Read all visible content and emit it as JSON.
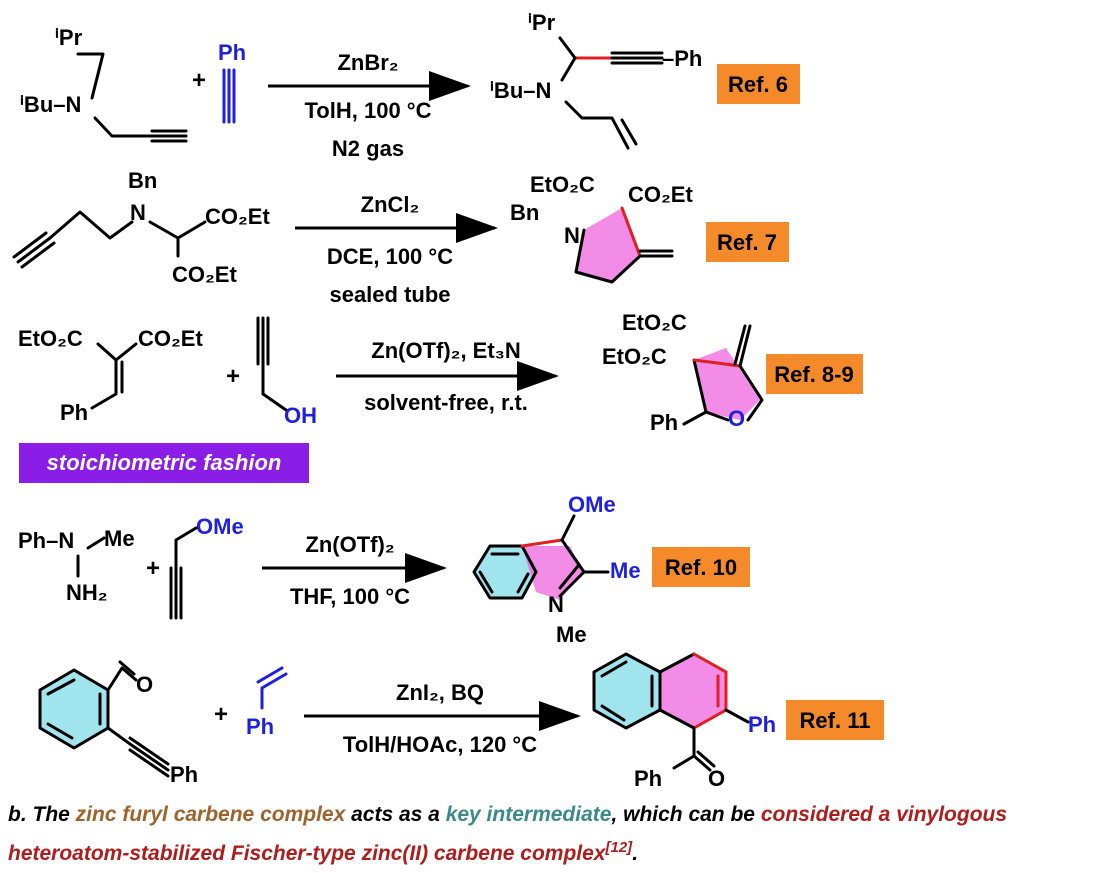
{
  "reactions": [
    {
      "reagent": "ZnBr₂",
      "conditions": [
        "TolH, 100 °C",
        "N2 gas"
      ],
      "ref": "Ref. 6",
      "sm1_labels": [
        "ⁱPr",
        "ⁱBu–N"
      ],
      "sm2_labels": [
        "Ph"
      ],
      "product_labels": [
        "ⁱPr",
        "–Ph",
        "ⁱBu–N"
      ]
    },
    {
      "reagent": "ZnCl₂",
      "conditions": [
        "DCE, 100 °C",
        "sealed tube"
      ],
      "ref": "Ref. 7",
      "sm1_labels": [
        "Bn",
        "N",
        "CO₂Et",
        "CO₂Et"
      ],
      "product_labels": [
        "EtO₂C",
        "CO₂Et",
        "Bn",
        "N"
      ]
    },
    {
      "reagent": "Zn(OTf)₂, Et₃N",
      "conditions": [
        "solvent-free, r.t."
      ],
      "ref": "Ref. 8-9",
      "sm1_labels": [
        "EtO₂C",
        "CO₂Et",
        "Ph"
      ],
      "sm2_labels": [
        "OH"
      ],
      "product_labels": [
        "EtO₂C",
        "EtO₂C",
        "Ph",
        "O"
      ]
    },
    {
      "reagent": "Zn(OTf)₂",
      "conditions": [
        "THF, 100 °C"
      ],
      "ref": "Ref. 10",
      "sm1_labels": [
        "Ph–N",
        "Me",
        "NH₂"
      ],
      "sm2_labels": [
        "OMe"
      ],
      "product_labels": [
        "OMe",
        "Me",
        "N",
        "Me"
      ]
    },
    {
      "reagent": "ZnI₂, BQ",
      "conditions": [
        "TolH/HOAc, 120 °C"
      ],
      "ref": "Ref. 11",
      "sm1_labels": [
        "O",
        "Ph"
      ],
      "sm2_labels": [
        "Ph"
      ],
      "product_labels": [
        "Ph",
        "Ph",
        "O"
      ]
    }
  ],
  "plus_sign": "+",
  "badge": "stoichiometric fashion",
  "caption": {
    "p1": "b. The ",
    "h1": "zinc furyl carbene complex",
    "p2": " acts as a ",
    "h2": "key intermediate",
    "p3": ", which can be ",
    "h3": "considered a vinylogous heteroatom-stabilized Fischer-type zinc(II) carbene complex",
    "sup": "[12]",
    "end": "."
  },
  "colors": {
    "ref_box": "#f58a2a",
    "badge": "#8a1ee6",
    "heteroatom_blue": "#1f1fe0",
    "new_bond_red": "#e02020",
    "ring_pink": "#ee66dd",
    "ring_cyan": "#88dde8",
    "caption_brown": "#a0622a",
    "caption_teal": "#3a8a8a",
    "caption_red": "#b01c1c"
  }
}
